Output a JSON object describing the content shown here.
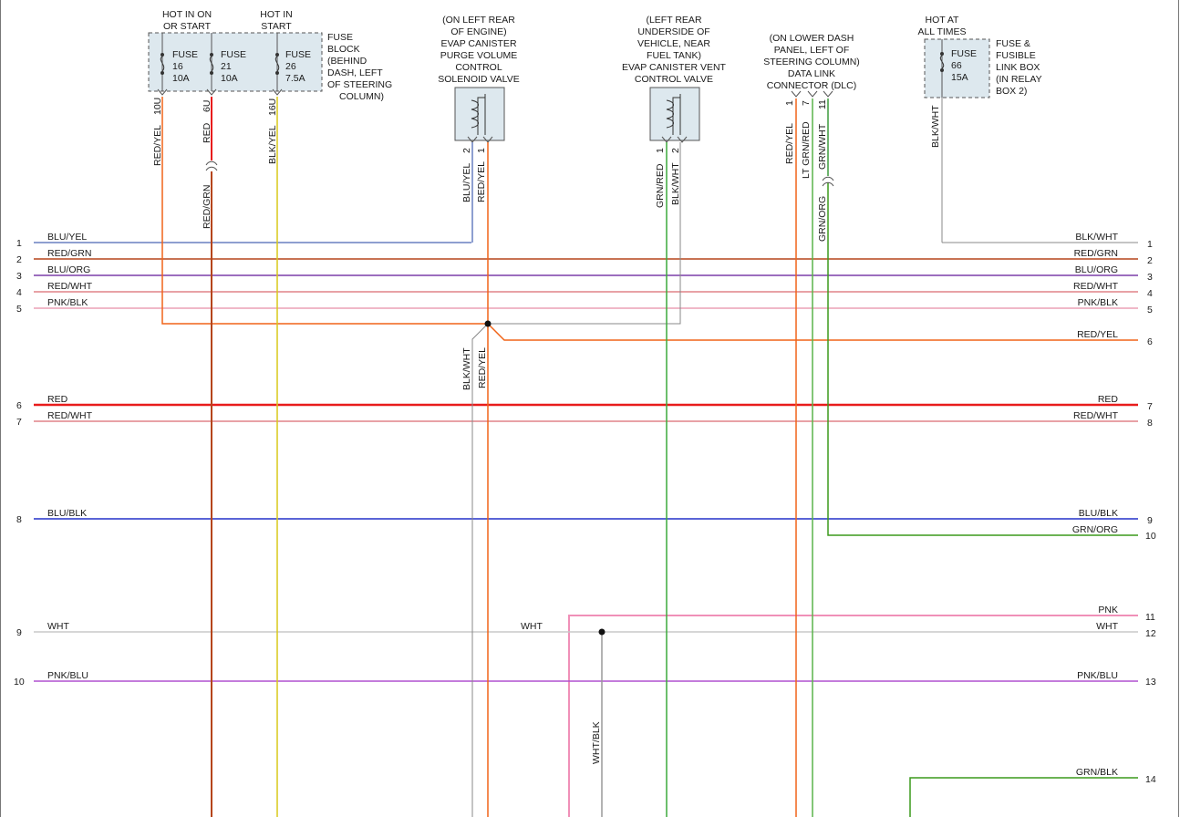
{
  "colors": {
    "blu_yel": "#1d3fa0",
    "red_grn": "#b5451b",
    "blu_org": "#7b3fa8",
    "red_wht": "#d0444e",
    "pnk_blk": "#e07090",
    "red_yel": "#f06418",
    "red": "#e81c1c",
    "blu_blk": "#2430c8",
    "grn_org": "#3c9a1c",
    "pnk": "#f090b8",
    "wht": "#c8c8c8",
    "pnk_blu": "#b050d0",
    "grn_blk": "#3c9a1c",
    "blk_wht": "#888888",
    "blk_yel": "#d8c818",
    "grn_red": "#3caa3c",
    "lt_grn_red": "#5ab44a",
    "grn_wht": "#3c9a3c",
    "wht_blk": "#9a9a9a",
    "component_fill": "#dde8ee"
  },
  "top_labels": {
    "fuse16_hot": [
      "HOT IN ON",
      "OR START"
    ],
    "fuse26_hot": [
      "HOT IN",
      "START"
    ],
    "fuse_block": [
      "FUSE",
      "BLOCK",
      "(BEHIND",
      "DASH, LEFT",
      "OF STEERING",
      "COLUMN)"
    ],
    "purge_valve": [
      "(ON LEFT REAR",
      "OF ENGINE)",
      "EVAP CANISTER",
      "PURGE VOLUME",
      "CONTROL",
      "SOLENOID VALVE"
    ],
    "vent_valve": [
      "(LEFT REAR",
      "UNDERSIDE OF",
      "VEHICLE, NEAR",
      "FUEL TANK)",
      "EVAP CANISTER VENT",
      "CONTROL VALVE"
    ],
    "dlc": [
      "(ON LOWER DASH",
      "PANEL, LEFT OF",
      "STEERING COLUMN)",
      "DATA LINK",
      "CONNECTOR (DLC)"
    ],
    "fuse66_hot": [
      "HOT AT",
      "ALL TIMES"
    ],
    "fusible_box": [
      "FUSE &",
      "FUSIBLE",
      "LINK BOX",
      "(IN RELAY",
      "BOX 2)"
    ]
  },
  "fuses": [
    {
      "name": "FUSE",
      "num": "16",
      "amp": "10A",
      "pin": "10U",
      "wire": "RED/YEL"
    },
    {
      "name": "FUSE",
      "num": "21",
      "amp": "10A",
      "pin": "6U",
      "wire": "RED",
      "wire2": "RED/GRN"
    },
    {
      "name": "FUSE",
      "num": "26",
      "amp": "7.5A",
      "pin": "16U",
      "wire": "BLK/YEL"
    },
    {
      "name": "FUSE",
      "num": "66",
      "amp": "15A",
      "wire": "BLK/WHT"
    }
  ],
  "purge_pins": {
    "pin_left": "2",
    "pin_right": "1",
    "wire_left": "BLU/YEL",
    "wire_right": "RED/YEL",
    "lower_left": "BLK/WHT",
    "lower_right": "RED/YEL"
  },
  "vent_pins": {
    "pin_left": "1",
    "pin_right": "2",
    "wire_left": "GRN/RED",
    "wire_right": "BLK/WHT"
  },
  "dlc_pins": {
    "p1": "1",
    "p7": "7",
    "p11": "11",
    "w1": "RED/YEL",
    "w7": "LT GRN/RED",
    "w11": "GRN/WHT",
    "w11_lower": "GRN/ORG"
  },
  "left_rows": [
    {
      "num": "1",
      "label": "BLU/YEL"
    },
    {
      "num": "2",
      "label": "RED/GRN"
    },
    {
      "num": "3",
      "label": "BLU/ORG"
    },
    {
      "num": "4",
      "label": "RED/WHT"
    },
    {
      "num": "5",
      "label": "PNK/BLK"
    },
    {
      "num": "6",
      "label": "RED"
    },
    {
      "num": "7",
      "label": "RED/WHT"
    },
    {
      "num": "8",
      "label": "BLU/BLK"
    },
    {
      "num": "9",
      "label": "WHT"
    },
    {
      "num": "10",
      "label": "PNK/BLU"
    }
  ],
  "right_rows": [
    {
      "num": "1",
      "label": "BLK/WHT"
    },
    {
      "num": "2",
      "label": "RED/GRN"
    },
    {
      "num": "3",
      "label": "BLU/ORG"
    },
    {
      "num": "4",
      "label": "RED/WHT"
    },
    {
      "num": "5",
      "label": "PNK/BLK"
    },
    {
      "num": "6",
      "label": "RED/YEL"
    },
    {
      "num": "7",
      "label": "RED"
    },
    {
      "num": "8",
      "label": "RED/WHT"
    },
    {
      "num": "9",
      "label": "BLU/BLK"
    },
    {
      "num": "10",
      "label": "GRN/ORG"
    },
    {
      "num": "11",
      "label": "PNK"
    },
    {
      "num": "12",
      "label": "WHT"
    },
    {
      "num": "13",
      "label": "PNK/BLU"
    },
    {
      "num": "14",
      "label": "GRN/BLK"
    }
  ],
  "misc_labels": {
    "wht_mid": "WHT",
    "wht_blk": "WHT/BLK"
  }
}
